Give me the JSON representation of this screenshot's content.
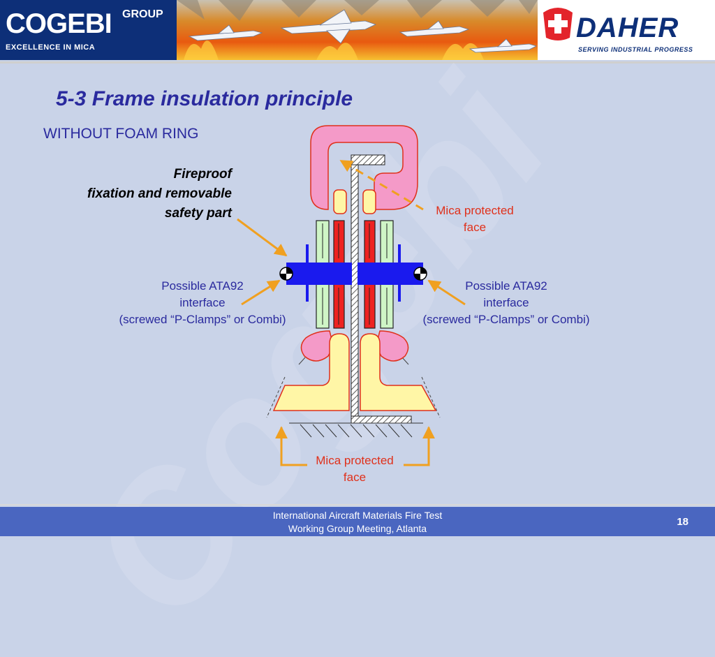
{
  "header": {
    "left_logo": {
      "name": "COGEBI",
      "group": "GROUP",
      "tagline": "EXCELLENCE IN MICA"
    },
    "right_logo": {
      "name": "DAHER",
      "tagline": "SERVING INDUSTRIAL PROGRESS"
    }
  },
  "watermark": "Cogebi",
  "slide": {
    "title": "5-3 Frame insulation principle",
    "subtitle": "WITHOUT FOAM RING",
    "fireproof_line1": "Fireproof",
    "fireproof_line2": "fixation and removable",
    "fireproof_line3": "safety part",
    "mica_top_line1": "Mica protected",
    "mica_top_line2": "face",
    "ata_left_line1": "Possible ATA92",
    "ata_left_line2": "interface",
    "ata_left_line3": "(screwed “P-Clamps” or Combi)",
    "ata_right_line1": "Possible ATA92",
    "ata_right_line2": "interface",
    "ata_right_line3": "(screwed “P-Clamps” or Combi)",
    "mica_bottom_line1": "Mica protected",
    "mica_bottom_line2": "face"
  },
  "colors": {
    "title": "#2a2a9e",
    "accent_red": "#e0301a",
    "pink": "#f49ac8",
    "yellow": "#fff6a6",
    "green": "#cff5c6",
    "clamp_blue": "#1a1aee",
    "arrow_orange": "#f0a020",
    "footer": "#4a66c0"
  },
  "footer": {
    "line1": "International Aircraft Materials Fire Test",
    "line2": "Working Group Meeting, Atlanta",
    "page": "18"
  }
}
